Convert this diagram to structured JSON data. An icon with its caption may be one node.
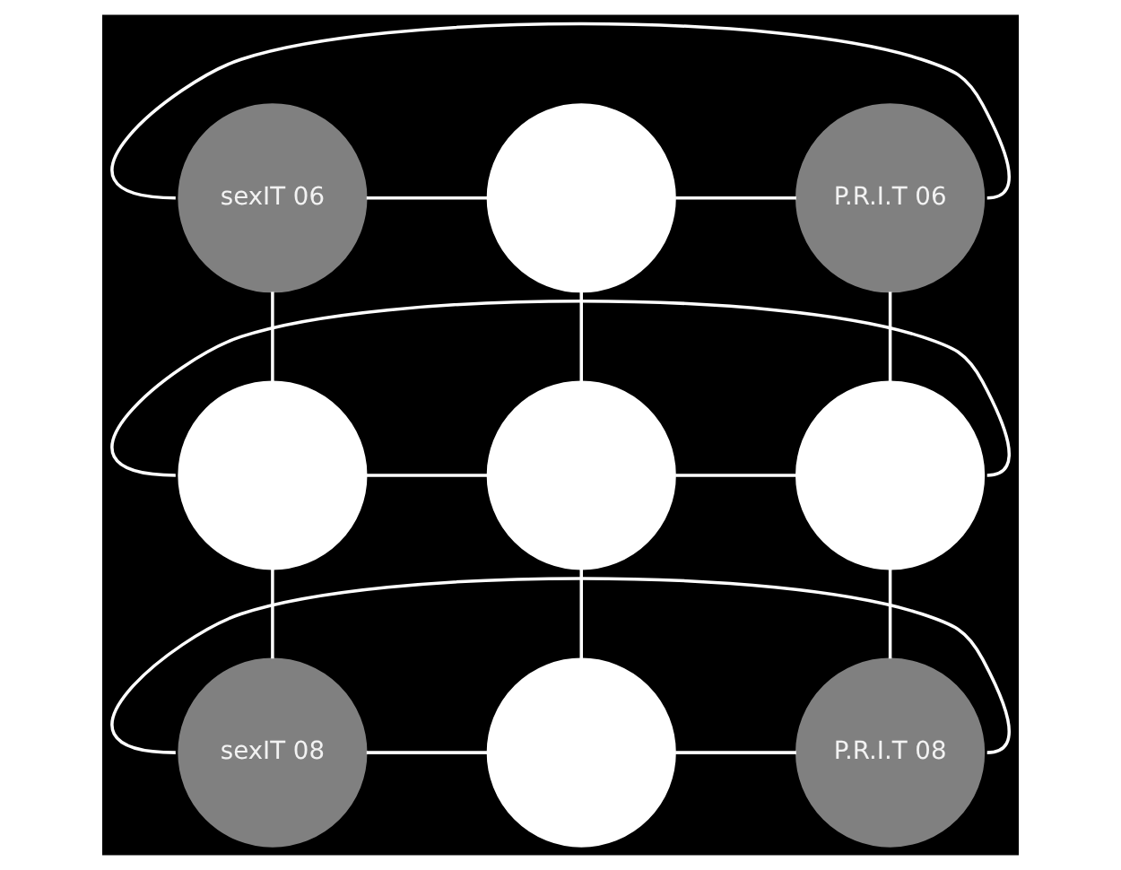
{
  "diagram": {
    "nodes": [
      {
        "text": [
          "sexIT 06"
        ]
      },
      {
        "text": [],
        "shape": "circle"
      },
      {
        "text": [
          "P.R.I.T 06"
        ]
      },
      {
        "text": [],
        "shape": "circle"
      },
      {
        "text": [],
        "shape": "circle"
      },
      {
        "text": [],
        "shape": "circle"
      },
      {
        "text": [
          "sexIT 08"
        ]
      },
      {
        "text": [],
        "shape": "circle"
      },
      {
        "text": [
          "P.R.I.T 08"
        ]
      }
    ],
    "edges": [
      {
        "from": 0,
        "to": 1,
        "arrow": "none"
      },
      {
        "from": 1,
        "to": 2,
        "arrow": "none"
      },
      {
        "from": 0,
        "to": 2,
        "arrow": "none"
      },
      {
        "from": 3,
        "to": 4,
        "arrow": "none"
      },
      {
        "from": 4,
        "to": 5,
        "arrow": "none"
      },
      {
        "from": 3,
        "to": 5,
        "arrow": "none"
      },
      {
        "from": 6,
        "to": 7,
        "arrow": "none"
      },
      {
        "from": 7,
        "to": 8,
        "arrow": "none"
      },
      {
        "from": 6,
        "to": 8,
        "arrow": "none"
      },
      {
        "from": 0,
        "to": 3,
        "arrow": "none"
      },
      {
        "from": 1,
        "to": 4,
        "arrow": "none"
      },
      {
        "from": 2,
        "to": 5,
        "arrow": "none"
      },
      {
        "from": 3,
        "to": 6,
        "arrow": "none"
      },
      {
        "from": 4,
        "to": 7,
        "arrow": "none"
      },
      {
        "from": 5,
        "to": 8,
        "arrow": "none"
      }
    ]
  }
}
